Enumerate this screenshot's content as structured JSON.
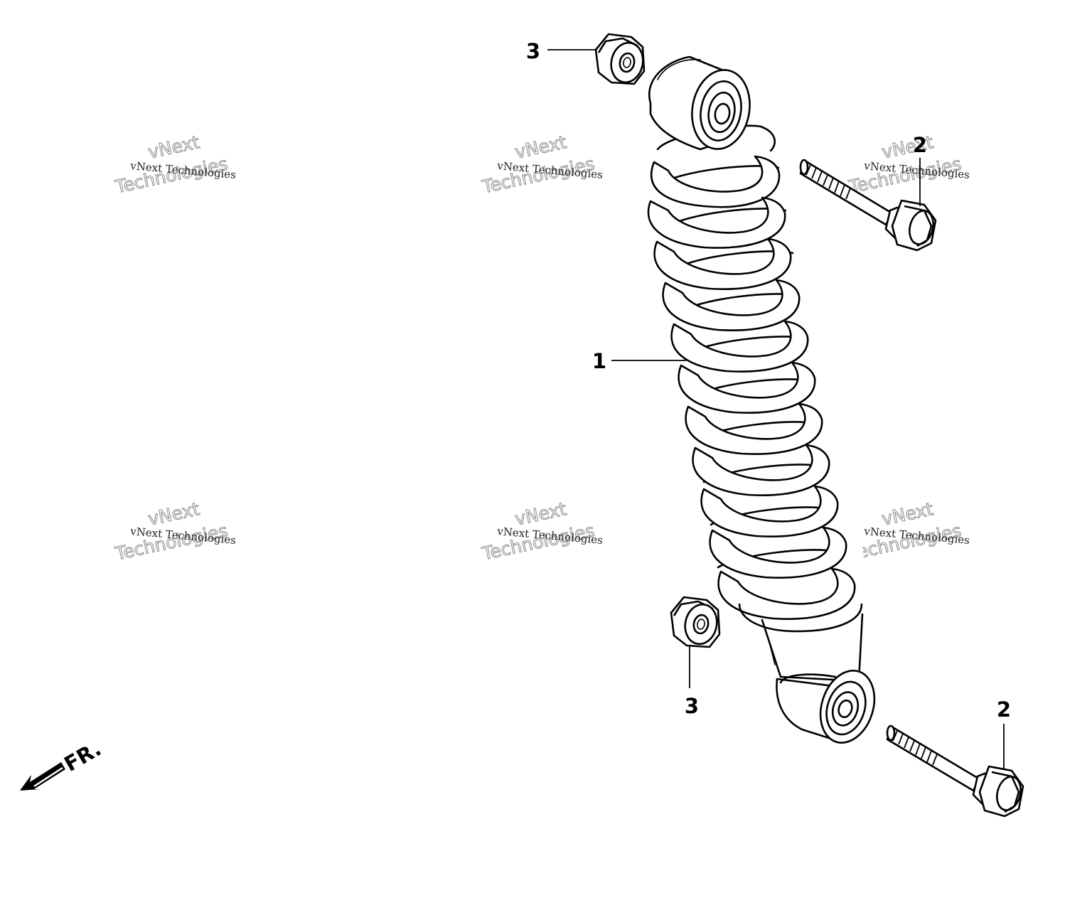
{
  "diagram": {
    "callouts": [
      {
        "id": "shock-absorber",
        "label": "1"
      },
      {
        "id": "bolt-upper",
        "label": "2"
      },
      {
        "id": "bolt-lower",
        "label": "2"
      },
      {
        "id": "nut-upper",
        "label": "3"
      },
      {
        "id": "nut-lower",
        "label": "3"
      }
    ],
    "direction_label": "FR.",
    "watermark": {
      "line_top": "vNext",
      "line_mid": "vNext Technologies",
      "line_bottom": "Technologies"
    }
  }
}
